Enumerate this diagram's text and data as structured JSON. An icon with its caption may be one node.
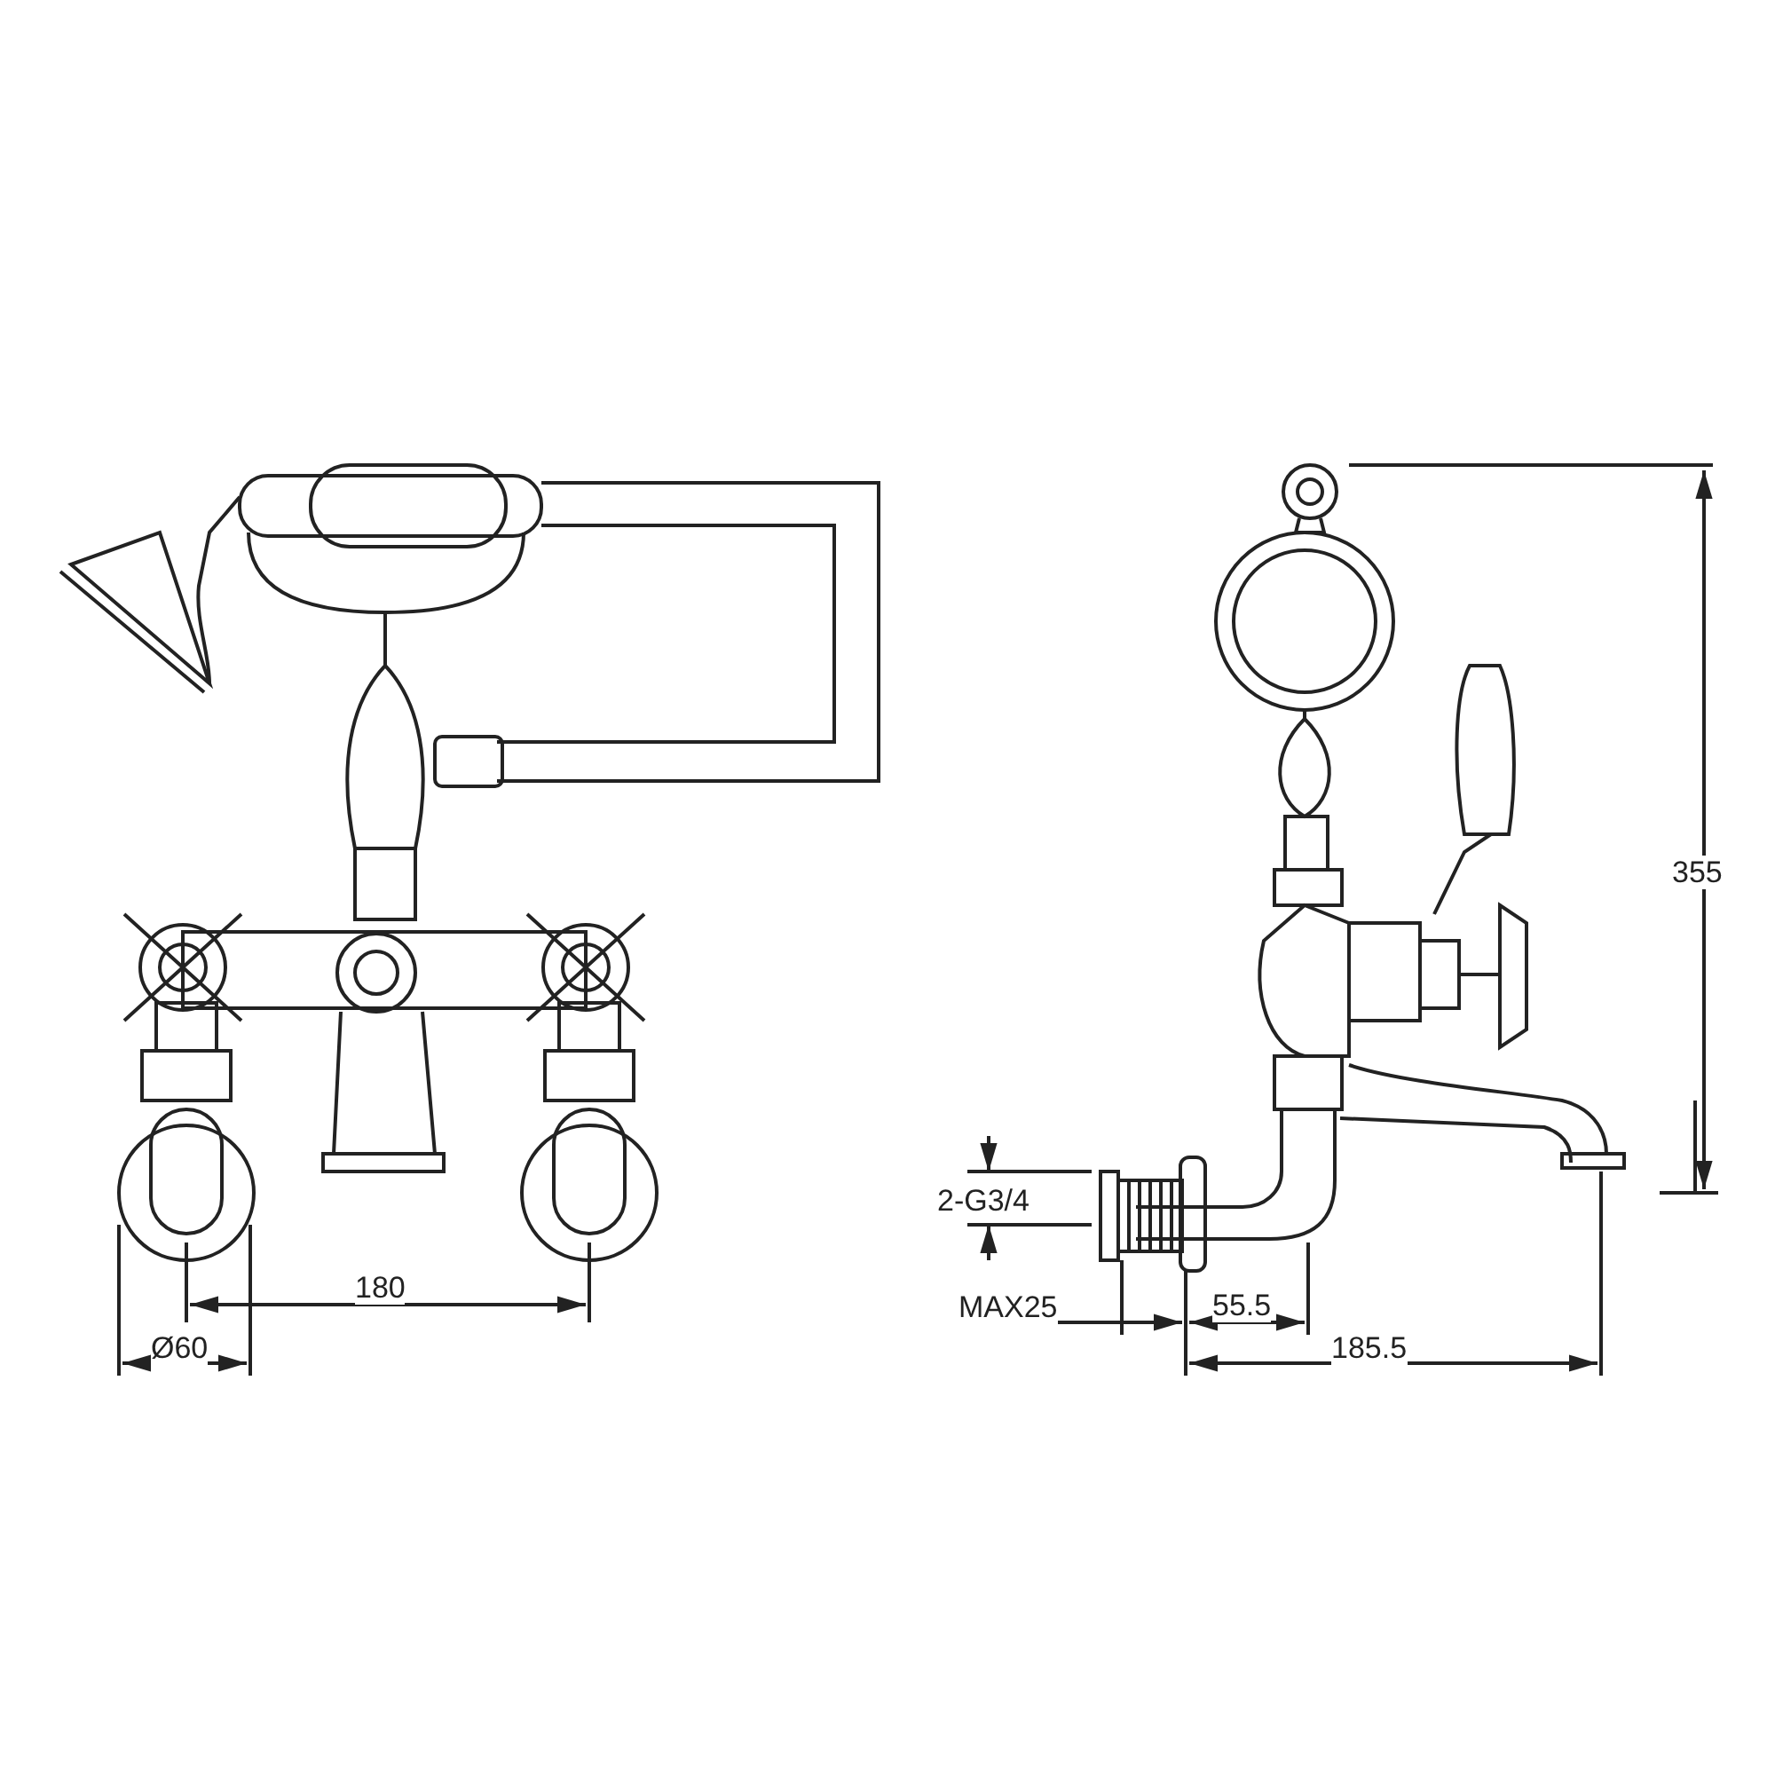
{
  "diagram": {
    "labels": [
      "355",
      "2-G3/4",
      "180",
      "MAX25",
      "55.5",
      "Ø60",
      "185.5"
    ]
  }
}
